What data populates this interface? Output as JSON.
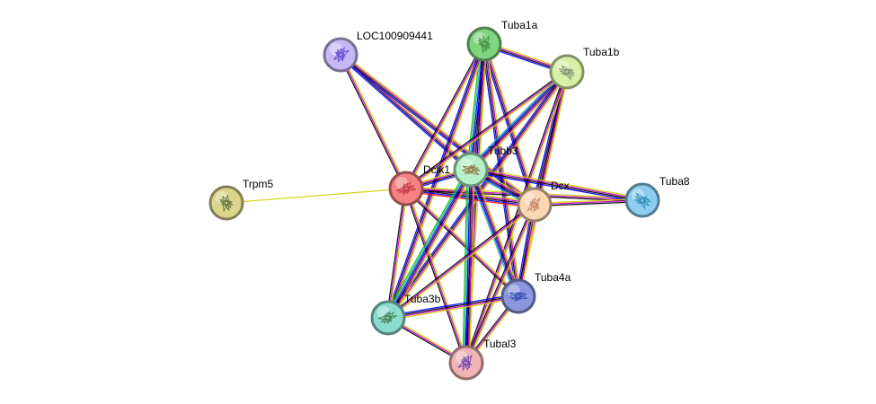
{
  "network": {
    "nodes": [
      {
        "id": "LOC100909441",
        "label": "LOC100909441",
        "color": "#c7b8f5",
        "glyph_color": "#5a3fd0"
      },
      {
        "id": "Tuba1a",
        "label": "Tuba1a",
        "color": "#80d580",
        "glyph_color": "#3a8a3a"
      },
      {
        "id": "Tuba1b",
        "label": "Tuba1b",
        "color": "#d7f0a8",
        "glyph_color": "#7a8a6a"
      },
      {
        "id": "Tubb3",
        "label": "Tubb3",
        "color": "#b4f0c8",
        "glyph_color": "#8a6a3a"
      },
      {
        "id": "Dclk1",
        "label": "Dclk1",
        "color": "#f58282",
        "glyph_color": "#c03040"
      },
      {
        "id": "Dcx",
        "label": "Dcx",
        "color": "#fbd7b4",
        "glyph_color": "#c08060"
      },
      {
        "id": "Trpm5",
        "label": "Trpm5",
        "color": "#dcd68c",
        "glyph_color": "#5a6a3a"
      },
      {
        "id": "Tuba8",
        "label": "Tuba8",
        "color": "#8ccdf0",
        "glyph_color": "#2a8ab0"
      },
      {
        "id": "Tuba4a",
        "label": "Tuba4a",
        "color": "#8c96dc",
        "glyph_color": "#2a4ab0"
      },
      {
        "id": "Tuba3b",
        "label": "Tuba3b",
        "color": "#8cdccd",
        "glyph_color": "#3a7a4a"
      },
      {
        "id": "Tubal3",
        "label": "Tubal3",
        "color": "#f0b4b4",
        "glyph_color": "#6a3ab0"
      }
    ],
    "edges": [
      {
        "source": "LOC100909441",
        "target": "Dclk1",
        "colors": [
          "#d0d000",
          "#c000c0",
          "#000000"
        ]
      },
      {
        "source": "LOC100909441",
        "target": "Tubb3",
        "colors": [
          "#d0d000",
          "#c000c0",
          "#000000",
          "#0000ff"
        ]
      },
      {
        "source": "LOC100909441",
        "target": "Dcx",
        "colors": [
          "#d0d000",
          "#c000c0",
          "#000000",
          "#0000ff"
        ]
      },
      {
        "source": "Tuba1a",
        "target": "Tuba1b",
        "colors": [
          "#d0d000",
          "#c000c0",
          "#000000",
          "#0000ff"
        ]
      },
      {
        "source": "Tuba1a",
        "target": "Tubb3",
        "colors": [
          "#d0d000",
          "#c000c0",
          "#000000",
          "#0000ff",
          "#20b0b0",
          "#00c000"
        ]
      },
      {
        "source": "Tuba1a",
        "target": "Dclk1",
        "colors": [
          "#d0d000",
          "#c000c0",
          "#000000"
        ]
      },
      {
        "source": "Tuba1a",
        "target": "Dcx",
        "colors": [
          "#d0d000",
          "#c000c0",
          "#000000",
          "#0000ff"
        ]
      },
      {
        "source": "Tuba1a",
        "target": "Tuba4a",
        "colors": [
          "#d0d000",
          "#c000c0",
          "#000000",
          "#0000ff"
        ]
      },
      {
        "source": "Tuba1a",
        "target": "Tuba3b",
        "colors": [
          "#d0d000",
          "#c000c0",
          "#000000",
          "#0000ff"
        ]
      },
      {
        "source": "Tuba1a",
        "target": "Tubal3",
        "colors": [
          "#d0d000",
          "#c000c0",
          "#000000",
          "#0000ff"
        ]
      },
      {
        "source": "Tuba1b",
        "target": "Tubb3",
        "colors": [
          "#d0d000",
          "#c000c0",
          "#000000",
          "#0000ff",
          "#20b0b0"
        ]
      },
      {
        "source": "Tuba1b",
        "target": "Dclk1",
        "colors": [
          "#d0d000",
          "#c000c0",
          "#000000"
        ]
      },
      {
        "source": "Tuba1b",
        "target": "Dcx",
        "colors": [
          "#d0d000",
          "#c000c0",
          "#000000",
          "#0000ff"
        ]
      },
      {
        "source": "Tuba1b",
        "target": "Tuba4a",
        "colors": [
          "#d0d000",
          "#c000c0",
          "#000000"
        ]
      },
      {
        "source": "Tuba1b",
        "target": "Tuba3b",
        "colors": [
          "#d0d000",
          "#c000c0",
          "#000000",
          "#0000ff"
        ]
      },
      {
        "source": "Tuba1b",
        "target": "Tubal3",
        "colors": [
          "#d0d000",
          "#c000c0",
          "#000000"
        ]
      },
      {
        "source": "Dclk1",
        "target": "Tubb3",
        "colors": [
          "#d0d000",
          "#c000c0",
          "#000000",
          "#0000ff"
        ]
      },
      {
        "source": "Dclk1",
        "target": "Dcx",
        "colors": [
          "#d0d000",
          "#c000c0",
          "#000000",
          "#0000ff",
          "#ff0000"
        ]
      },
      {
        "source": "Dclk1",
        "target": "Tuba8",
        "colors": [
          "#d0d000",
          "#c000c0",
          "#000000"
        ]
      },
      {
        "source": "Dclk1",
        "target": "Trpm5",
        "colors": [
          "#d0d000"
        ]
      },
      {
        "source": "Dclk1",
        "target": "Tuba4a",
        "colors": [
          "#d0d000",
          "#c000c0",
          "#000000"
        ]
      },
      {
        "source": "Dclk1",
        "target": "Tuba3b",
        "colors": [
          "#d0d000",
          "#c000c0",
          "#000000"
        ]
      },
      {
        "source": "Dclk1",
        "target": "Tubal3",
        "colors": [
          "#d0d000",
          "#c000c0",
          "#000000"
        ]
      },
      {
        "source": "Tubb3",
        "target": "Dcx",
        "colors": [
          "#d0d000",
          "#c000c0",
          "#000000",
          "#0000ff",
          "#20b0b0"
        ]
      },
      {
        "source": "Tubb3",
        "target": "Tuba8",
        "colors": [
          "#d0d000",
          "#c000c0",
          "#000000",
          "#0000ff"
        ]
      },
      {
        "source": "Tubb3",
        "target": "Tuba4a",
        "colors": [
          "#d0d000",
          "#c000c0",
          "#000000",
          "#0000ff",
          "#20b0b0"
        ]
      },
      {
        "source": "Tubb3",
        "target": "Tuba3b",
        "colors": [
          "#d0d000",
          "#c000c0",
          "#000000",
          "#0000ff",
          "#20b0b0",
          "#00c000"
        ]
      },
      {
        "source": "Tubb3",
        "target": "Tubal3",
        "colors": [
          "#d0d000",
          "#c000c0",
          "#000000",
          "#0000ff",
          "#20b0b0",
          "#00c000"
        ]
      },
      {
        "source": "Dcx",
        "target": "Tuba8",
        "colors": [
          "#d0d000",
          "#c000c0",
          "#000000"
        ]
      },
      {
        "source": "Dcx",
        "target": "Tuba4a",
        "colors": [
          "#d0d000",
          "#c000c0",
          "#000000",
          "#0000ff"
        ]
      },
      {
        "source": "Dcx",
        "target": "Tuba3b",
        "colors": [
          "#d0d000",
          "#c000c0",
          "#000000"
        ]
      },
      {
        "source": "Dcx",
        "target": "Tubal3",
        "colors": [
          "#d0d000",
          "#c000c0",
          "#000000"
        ]
      },
      {
        "source": "Tuba4a",
        "target": "Tuba3b",
        "colors": [
          "#d0d000",
          "#c000c0",
          "#000000",
          "#0000ff"
        ]
      },
      {
        "source": "Tuba4a",
        "target": "Tubal3",
        "colors": [
          "#d0d000",
          "#c000c0",
          "#000000"
        ]
      },
      {
        "source": "Tuba3b",
        "target": "Tubal3",
        "colors": [
          "#d0d000",
          "#c000c0",
          "#000000"
        ]
      }
    ]
  }
}
